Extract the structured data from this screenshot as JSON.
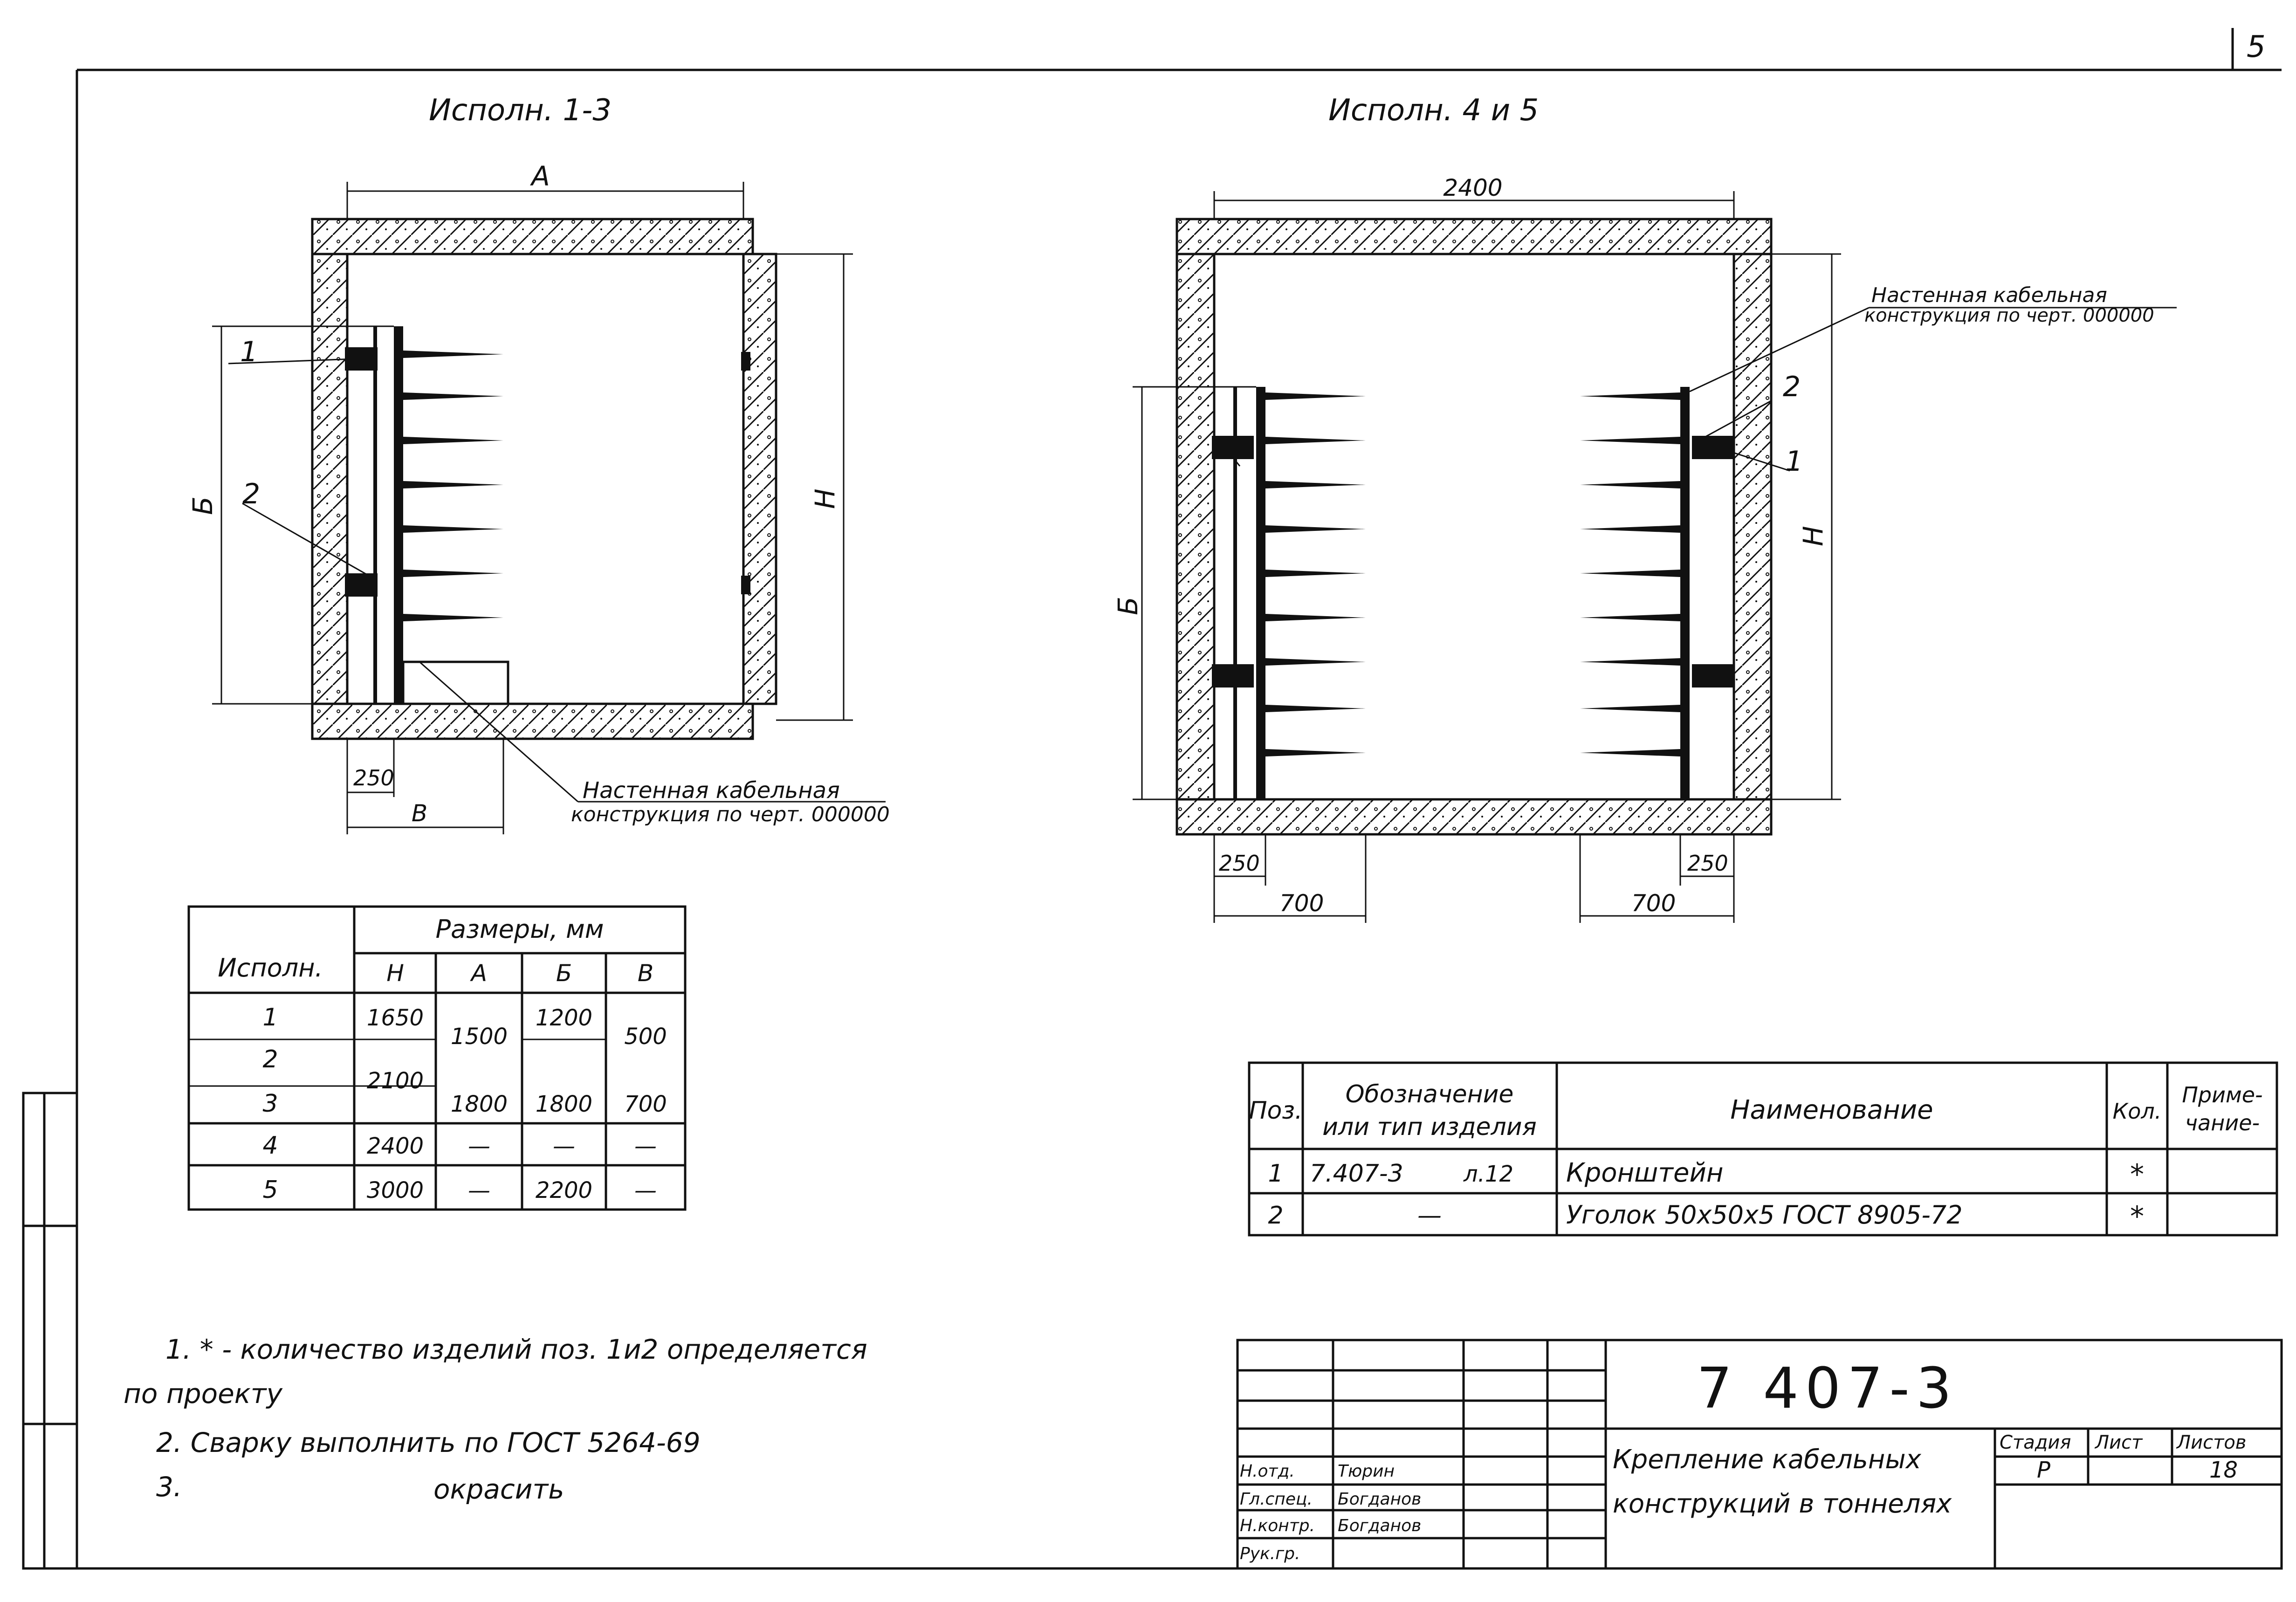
{
  "sheet_number": "5",
  "views": {
    "left_title": "Исполн. 1-3",
    "right_title": "Исполн. 4 и 5"
  },
  "left_view": {
    "dim_a": "А",
    "dim_b_vert": "Б",
    "dim_h": "Н",
    "dim_250": "250",
    "dim_v": "В",
    "callout_1": "1",
    "callout_2": "2",
    "note_line1": "Настенная кабельная",
    "note_line2": "конструкция по черт. 000000"
  },
  "right_view": {
    "dim_2400": "2400",
    "dim_b_vert": "Б",
    "dim_h": "Н",
    "dim_250_left": "250",
    "dim_250_right": "250",
    "dim_700_left": "700",
    "dim_700_right": "700",
    "callout_1": "1",
    "callout_2": "2",
    "note_line1": "Настенная кабельная",
    "note_line2": "конструкция по черт. 000000"
  },
  "dims_table": {
    "col_ispoln": "Исполн.",
    "group_header": "Размеры, мм",
    "cols": [
      "Н",
      "А",
      "Б",
      "В"
    ],
    "row_labels": [
      "1",
      "2",
      "3",
      "4",
      "5"
    ],
    "h_values": [
      "1650",
      "2100",
      "2400",
      "3000"
    ],
    "a_values": [
      "1500",
      "1800",
      "—",
      "—"
    ],
    "b_values": [
      "1200",
      "1800",
      "—",
      "2200"
    ],
    "v_values": [
      "500",
      "700",
      "—",
      "—"
    ]
  },
  "spec_table": {
    "headers": {
      "pos": "Поз.",
      "designation_line1": "Обозначение",
      "designation_line2": "или тип изделия",
      "name": "Наименование",
      "qty": "Кол.",
      "note_line1": "Приме-",
      "note_line2": "чание-"
    },
    "rows": [
      {
        "pos": "1",
        "designation": "7.407-3",
        "sheet": "л.12",
        "name": "Кронштейн",
        "qty": "*"
      },
      {
        "pos": "2",
        "designation": "—",
        "sheet": "",
        "name": "Уголок 50х50х5 ГОСТ 8905-72",
        "qty": "*"
      }
    ]
  },
  "notes": {
    "n1": "1. * - количество изделий поз. 1и2 определяется",
    "n1b": "по проекту",
    "n2": "2. Сварку выполнить по ГОСТ 5264-69",
    "n3a": "3.",
    "n3b": "окрасить"
  },
  "title_block": {
    "doc_number": "7 407-3",
    "title_line1": "Крепление кабельных",
    "title_line2": "конструкций в тоннелях",
    "stage_label": "Стадия",
    "sheet_label": "Лист",
    "sheets_label": "Листов",
    "stage_value": "Р",
    "sheets_value": "18",
    "roles": [
      "Н.отд.",
      "Гл.спец.",
      "Н.контр.",
      "Рук.гр."
    ],
    "names": [
      "Тюрин",
      "Богданов",
      "Богданов",
      ""
    ]
  }
}
